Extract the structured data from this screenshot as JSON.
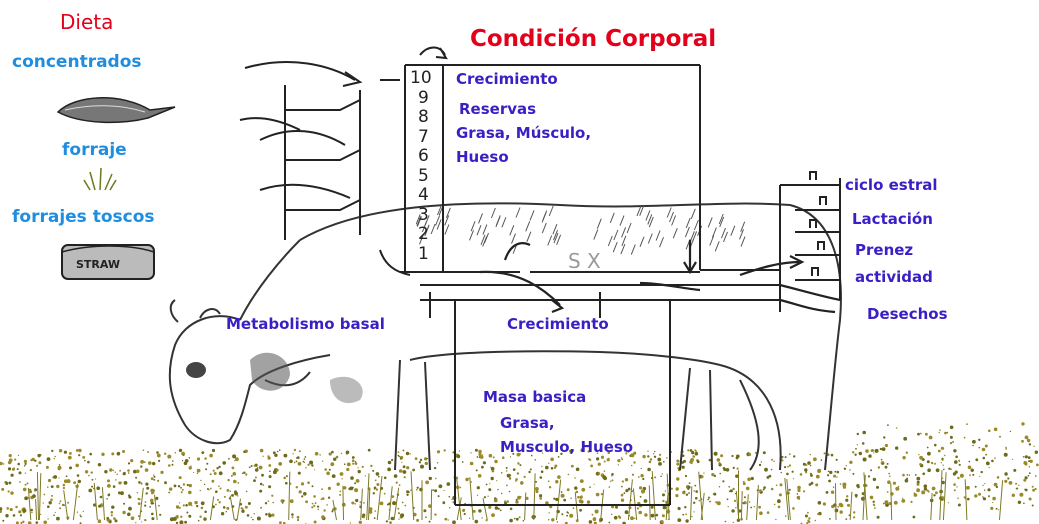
{
  "title": "Condición Corporal",
  "diet": {
    "heading": "Dieta",
    "items": [
      "concentrados",
      "forraje",
      "forrajes toscos"
    ],
    "bale_text": "STRAW"
  },
  "scale": [
    "10",
    "9",
    "8",
    "7",
    "6",
    "5",
    "4",
    "3",
    "2",
    "1"
  ],
  "reserves": {
    "line1": "Crecimiento",
    "line2": "Reservas",
    "line3": "Grasa, Músculo,",
    "line4": "Hueso"
  },
  "outputs": [
    "ciclo estral",
    "Lactación",
    "Prenez",
    "actividad",
    "Desechos"
  ],
  "center_mark": "S X",
  "metabolism": "Metabolismo basal",
  "growth": "Crecimiento",
  "basic_mass": {
    "line1": "Masa basica",
    "line2": "Grasa,",
    "line3": "Musculo, Hueso"
  },
  "colors": {
    "title": "#e3001b",
    "diet": "#1f8ee0",
    "labels": "#3a1fc4",
    "grass": "#9a8a2a"
  }
}
